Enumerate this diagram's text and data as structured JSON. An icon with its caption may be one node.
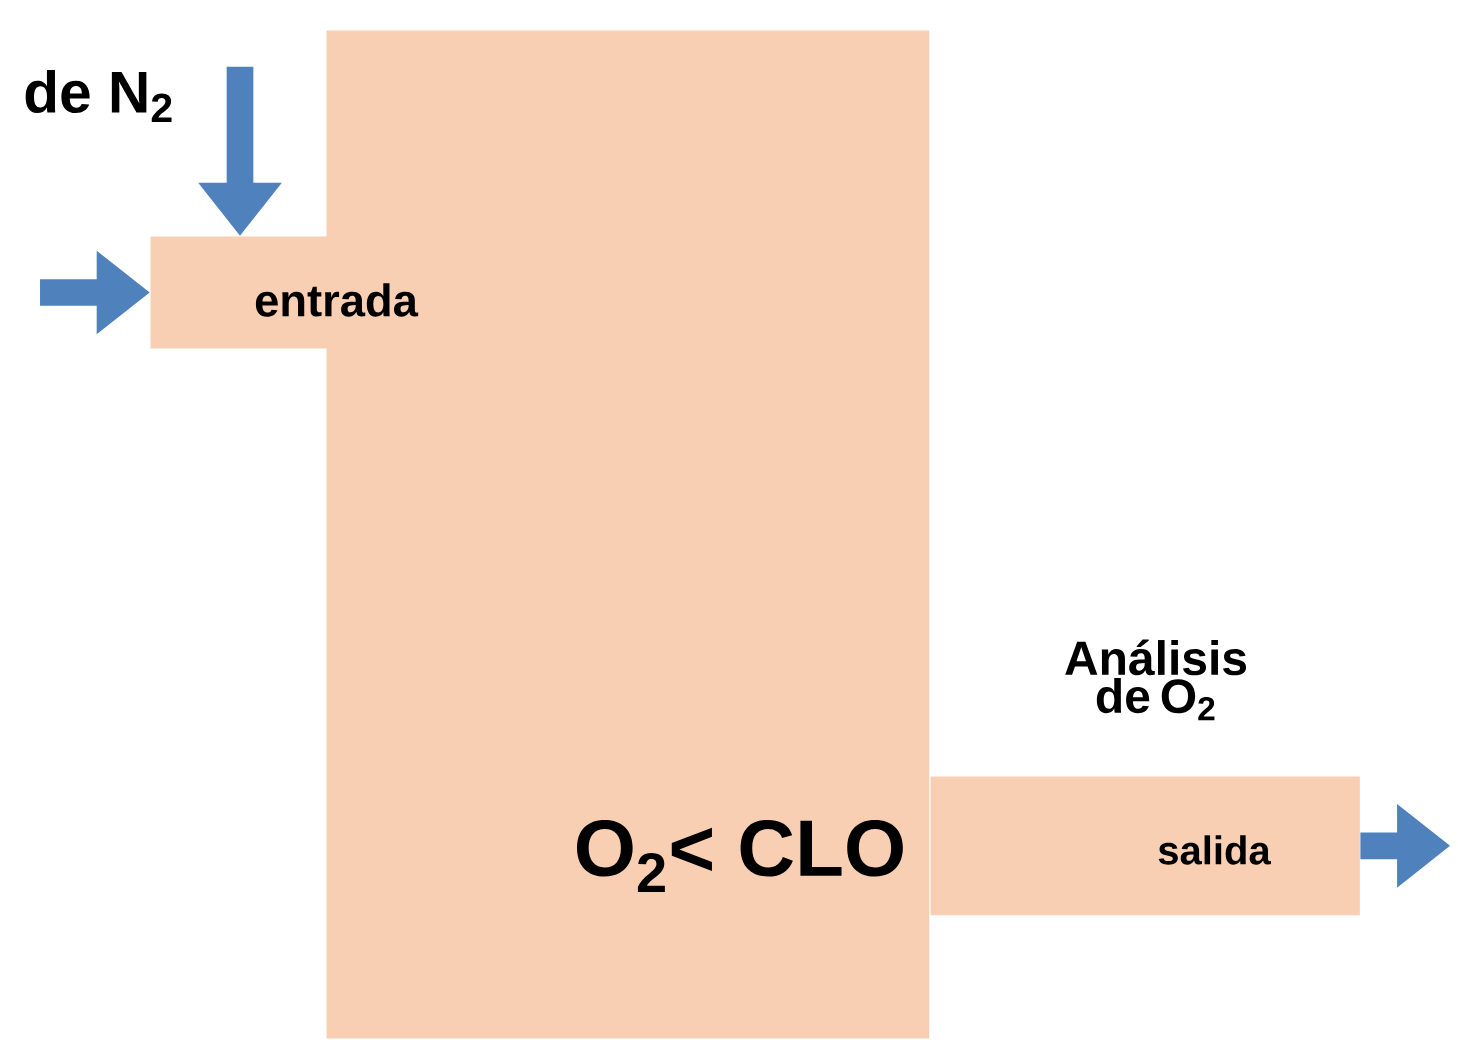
{
  "diagram": {
    "nodes": [
      {
        "text": [
          "entrada"
        ]
      },
      {
        "text": [
          "O$_{2}$< CLO"
        ]
      },
      {
        "text": [
          "salida"
        ]
      },
      {
        "text": [
          "de N$_{2}$"
        ]
      }
    ],
    "edges": [
      {
        "from": 3,
        "to": 0,
        "arrow": "to"
      },
      {
        "from": null,
        "to": 0,
        "arrow": "to"
      },
      {
        "from": 2,
        "to": null,
        "arrow": "to"
      }
    ],
    "labels": [
      "Análisis de O$_{2}$"
    ]
  }
}
